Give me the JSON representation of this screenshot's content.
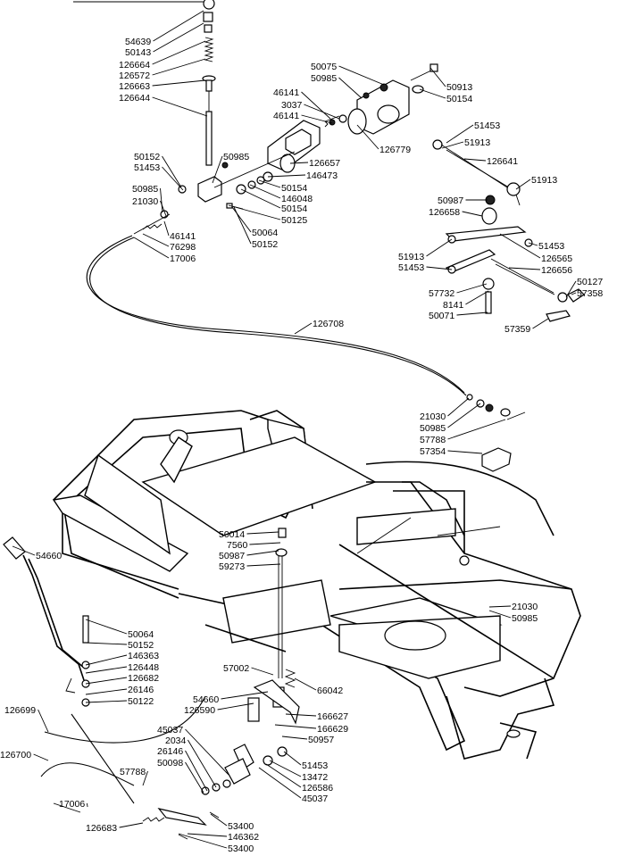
{
  "diagram": {
    "callouts": [
      {
        "id": "c1",
        "text": "54639"
      },
      {
        "id": "c2",
        "text": "50143"
      },
      {
        "id": "c3",
        "text": "126664"
      },
      {
        "id": "c4",
        "text": "126572"
      },
      {
        "id": "c5",
        "text": "126663"
      },
      {
        "id": "c6",
        "text": "126644"
      },
      {
        "id": "c7",
        "text": "50075"
      },
      {
        "id": "c8",
        "text": "50985"
      },
      {
        "id": "c9",
        "text": "50913"
      },
      {
        "id": "c10",
        "text": "50154"
      },
      {
        "id": "c11",
        "text": "46141"
      },
      {
        "id": "c12",
        "text": "3037"
      },
      {
        "id": "c13",
        "text": "46141"
      },
      {
        "id": "c14",
        "text": "126779"
      },
      {
        "id": "c15",
        "text": "51453"
      },
      {
        "id": "c16",
        "text": "51913"
      },
      {
        "id": "c17",
        "text": "126641"
      },
      {
        "id": "c18",
        "text": "51913"
      },
      {
        "id": "c19",
        "text": "50152"
      },
      {
        "id": "c20",
        "text": "51453"
      },
      {
        "id": "c21",
        "text": "50985"
      },
      {
        "id": "c22",
        "text": "126657"
      },
      {
        "id": "c23",
        "text": "146473"
      },
      {
        "id": "c24",
        "text": "50154"
      },
      {
        "id": "c25",
        "text": "146048"
      },
      {
        "id": "c26",
        "text": "50154"
      },
      {
        "id": "c27",
        "text": "50125"
      },
      {
        "id": "c28",
        "text": "50985"
      },
      {
        "id": "c29",
        "text": "21030"
      },
      {
        "id": "c30",
        "text": "46141"
      },
      {
        "id": "c31",
        "text": "76298"
      },
      {
        "id": "c32",
        "text": "17006"
      },
      {
        "id": "c33",
        "text": "50064"
      },
      {
        "id": "c34",
        "text": "50152"
      },
      {
        "id": "c35",
        "text": "50987"
      },
      {
        "id": "c36",
        "text": "126658"
      },
      {
        "id": "c37",
        "text": "51453"
      },
      {
        "id": "c38",
        "text": "51913"
      },
      {
        "id": "c39",
        "text": "126565"
      },
      {
        "id": "c40",
        "text": "51453"
      },
      {
        "id": "c41",
        "text": "126656"
      },
      {
        "id": "c42",
        "text": "57732"
      },
      {
        "id": "c43",
        "text": "50127"
      },
      {
        "id": "c44",
        "text": "8141"
      },
      {
        "id": "c45",
        "text": "57358"
      },
      {
        "id": "c46",
        "text": "50071"
      },
      {
        "id": "c47",
        "text": "57359"
      },
      {
        "id": "c48",
        "text": "126708"
      },
      {
        "id": "c49",
        "text": "21030"
      },
      {
        "id": "c50",
        "text": "50985"
      },
      {
        "id": "c51",
        "text": "57788"
      },
      {
        "id": "c52",
        "text": "57354"
      },
      {
        "id": "c53",
        "text": "54660"
      },
      {
        "id": "c54",
        "text": "50014"
      },
      {
        "id": "c55",
        "text": "7560"
      },
      {
        "id": "c56",
        "text": "50987"
      },
      {
        "id": "c57",
        "text": "59273"
      },
      {
        "id": "c58",
        "text": "21030"
      },
      {
        "id": "c59",
        "text": "50985"
      },
      {
        "id": "c60",
        "text": "50064"
      },
      {
        "id": "c61",
        "text": "50152"
      },
      {
        "id": "c62",
        "text": "146363"
      },
      {
        "id": "c63",
        "text": "126448"
      },
      {
        "id": "c64",
        "text": "126682"
      },
      {
        "id": "c65",
        "text": "26146"
      },
      {
        "id": "c66",
        "text": "50122"
      },
      {
        "id": "c67",
        "text": "57002"
      },
      {
        "id": "c68",
        "text": "66042"
      },
      {
        "id": "c69",
        "text": "126699"
      },
      {
        "id": "c70",
        "text": "54660"
      },
      {
        "id": "c71",
        "text": "126590"
      },
      {
        "id": "c72",
        "text": "166627"
      },
      {
        "id": "c73",
        "text": "166629"
      },
      {
        "id": "c74",
        "text": "50957"
      },
      {
        "id": "c75",
        "text": "45037"
      },
      {
        "id": "c76",
        "text": "2034"
      },
      {
        "id": "c77",
        "text": "26146"
      },
      {
        "id": "c78",
        "text": "50098"
      },
      {
        "id": "c79",
        "text": "51453"
      },
      {
        "id": "c80",
        "text": "13472"
      },
      {
        "id": "c81",
        "text": "126586"
      },
      {
        "id": "c82",
        "text": "45037"
      },
      {
        "id": "c83",
        "text": "126700"
      },
      {
        "id": "c84",
        "text": "57788"
      },
      {
        "id": "c85",
        "text": "17006"
      },
      {
        "id": "c86",
        "text": "126683"
      },
      {
        "id": "c87",
        "text": "53400"
      },
      {
        "id": "c88",
        "text": "146362"
      },
      {
        "id": "c89",
        "text": "53400"
      }
    ]
  }
}
